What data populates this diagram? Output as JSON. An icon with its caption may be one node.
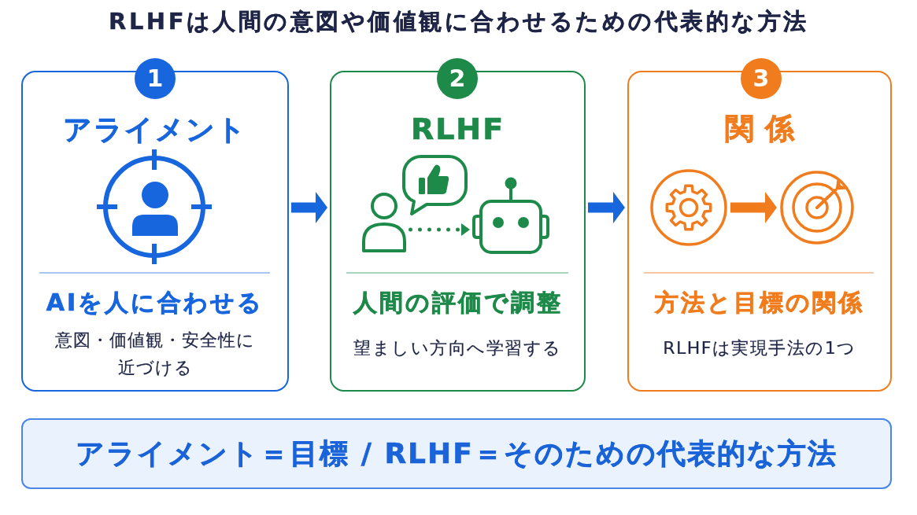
{
  "diagram": {
    "title": "RLHFは人間の意図や価値観に合わせるための代表的な方法",
    "nodes": [
      {
        "text": [
          "1"
        ]
      },
      {
        "text": [
          "アライメント",
          "AIを人に合わせる",
          "意図・価値観・安全性に近づける"
        ]
      },
      {
        "text": [
          "2"
        ]
      },
      {
        "text": [
          "RLHF",
          "人間の評価で調整",
          "望ましい方向へ学習する"
        ]
      },
      {
        "text": [],
        "shape": "person",
        "in": 3
      },
      {
        "text": [],
        "shape": "picture",
        "in": 3
      },
      {
        "text": [
          "3"
        ]
      },
      {
        "text": [
          "関係",
          "方法と目標の関係",
          "RLHFは実現手法の1つ"
        ]
      },
      {
        "text": [],
        "shape": "picture",
        "in": 7
      },
      {
        "text": [],
        "shape": "picture",
        "in": 7
      },
      {
        "text": [
          "アライメント＝目標 / RLHF＝そのための代表的な方法"
        ]
      }
    ],
    "edges": [
      {
        "from": 1,
        "to": 3,
        "arrow": "to"
      },
      {
        "from": 3,
        "to": 7,
        "arrow": "to"
      },
      {
        "from": 4,
        "to": 5,
        "arrow": "to",
        "style": "dashed",
        "color": "#1e8a4a"
      },
      {
        "from": 8,
        "to": 9,
        "arrow": "to",
        "color": "#f07c1e"
      }
    ]
  }
}
